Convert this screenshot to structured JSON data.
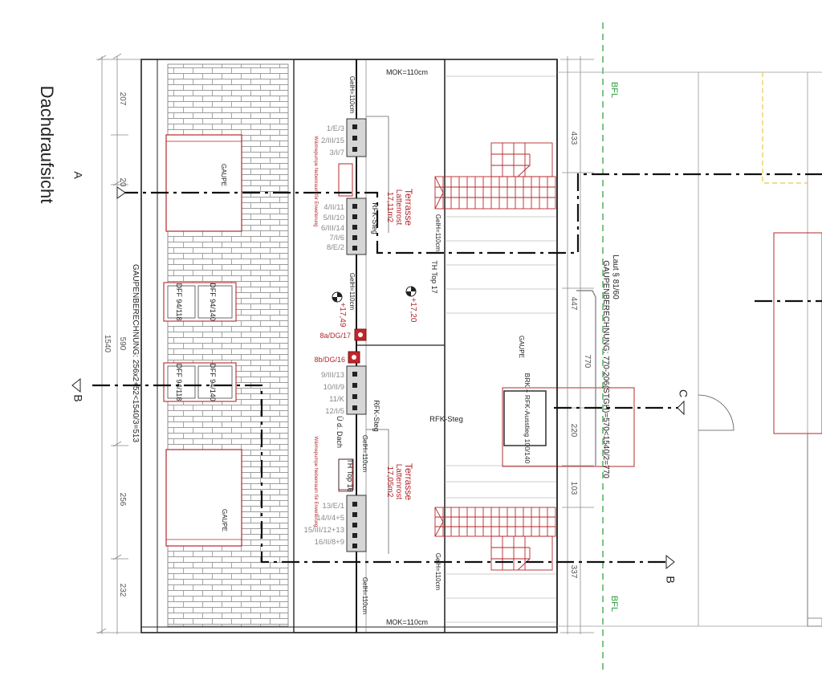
{
  "drawing_title": "Dachdraufsicht",
  "section_marks": {
    "a": "A",
    "b": "B",
    "c": "C"
  },
  "bfl": "BFL",
  "mok": "MOK=110cm",
  "gelh": "GelH=110cm",
  "gaupe": "GAUPE",
  "dff_140": "DFF 94/140",
  "dff_118": "DFF 94/118",
  "rfk_steg": "RFK-Steg",
  "terrasse": "Terrasse",
  "terrasse_1": {
    "material": "Lattenrost",
    "area": "17,11m2"
  },
  "terrasse_2": {
    "material": "Lattenrost",
    "area": "17,05m2"
  },
  "levels": {
    "l1": "+17,20",
    "l2": "+17,49"
  },
  "th_top_17": "TH Top 17",
  "th_top_16": "TH Top 16",
  "duct_ref_1": "8a/DG/17",
  "duct_ref_2": "8b/DG/16",
  "ue_dach": "Ü d. Dach",
  "wiring_note": "Wärmepumpe Nebenraum für Erweiterung",
  "vents_group_1": [
    "1/E/3",
    "2/III/15",
    "3/I/7"
  ],
  "vents_group_2": [
    "4/II/11",
    "5/II/10",
    "6/III/14",
    "7/I/6",
    "8/E/2"
  ],
  "vents_group_3": [
    "9/III/13",
    "10/II/9",
    "11/K",
    "12/I/5"
  ],
  "vents_group_4": [
    "13/E/1",
    "14/I/4+5",
    "15/III/12+13",
    "16/II/8+9"
  ],
  "gaupen_calc_left": "GAUPENBERECHNUNG: 256x2+52<1540/3=513",
  "gaupen_calc_right": "GAUPENBERECHNUNG: 770-206(STGH)=570<1540/2=770",
  "laut_ref": "Laut § 81/60",
  "brk_label": "BRK + RFK-Ausstieg 100/140",
  "dims_left": {
    "d207": "207",
    "d20": "20",
    "d590": "590",
    "d1540": "1540",
    "d256": "256",
    "d232": "232"
  },
  "dims_right": {
    "d433": "433",
    "d447": "447",
    "d770": "770",
    "d220": "220",
    "d103": "103",
    "d337": "337"
  },
  "colors": {
    "line": "#222222",
    "red": "#b4282b",
    "green": "#2a9a3a",
    "yellow": "#e6c84a",
    "gray": "#9a9a9a",
    "fill_box": "#d6d6d6",
    "duct": "#c0262a"
  }
}
